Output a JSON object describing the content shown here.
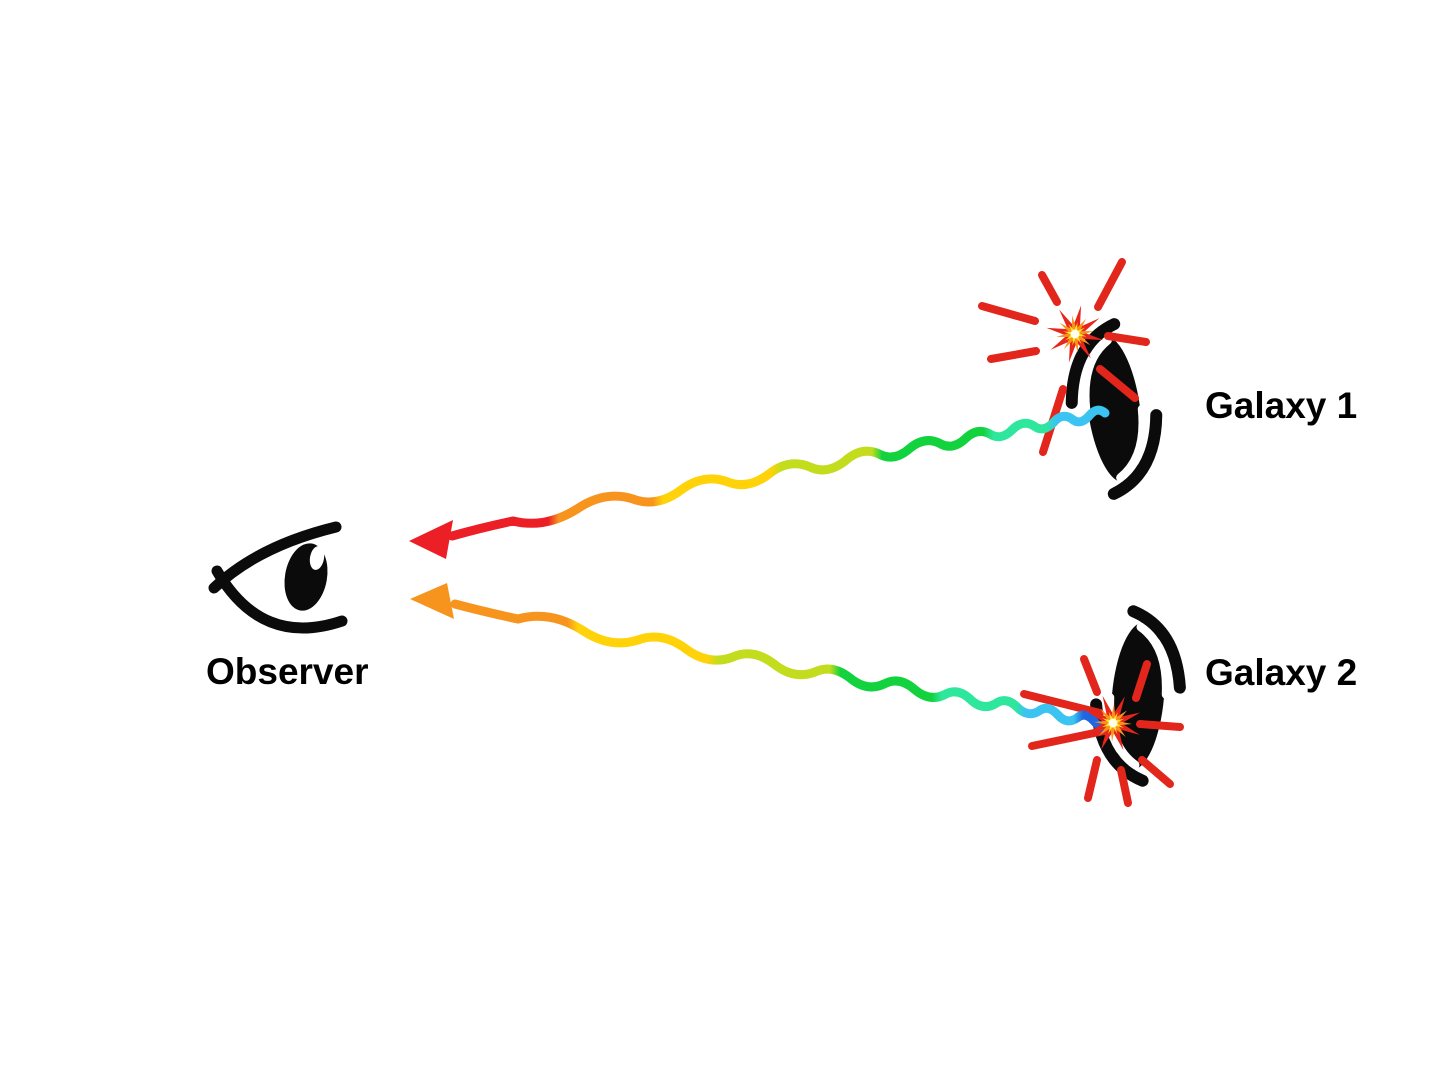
{
  "labels": {
    "observer": "Observer",
    "galaxy1": "Galaxy 1",
    "galaxy2": "Galaxy 2"
  },
  "colors": {
    "background": "#FFFFFF",
    "ink_black": "#0B0B0B",
    "ray_red": "#E2261C",
    "burst_outer_red": "#E8251B",
    "burst_orange": "#F7941D",
    "burst_yellow": "#FFE81A",
    "burst_core_white": "#FFFDEB",
    "spectrum": {
      "red": "#EC1F26",
      "orange": "#F7941E",
      "yellow": "#FFD20A",
      "yellow_green": "#C3DC1E",
      "green": "#12D23E",
      "spring_green": "#2FE79C",
      "cyan": "#3BC4F2",
      "blue": "#2066E0"
    }
  },
  "waves": [
    {
      "from": "Galaxy 1",
      "to": "Observer",
      "color_at_galaxy": "cyan",
      "color_at_observer": "red",
      "wavelength": "stretches toward observer"
    },
    {
      "from": "Galaxy 2",
      "to": "Observer",
      "color_at_galaxy": "blue",
      "color_at_observer": "orange",
      "wavelength": "stretches toward observer"
    }
  ]
}
